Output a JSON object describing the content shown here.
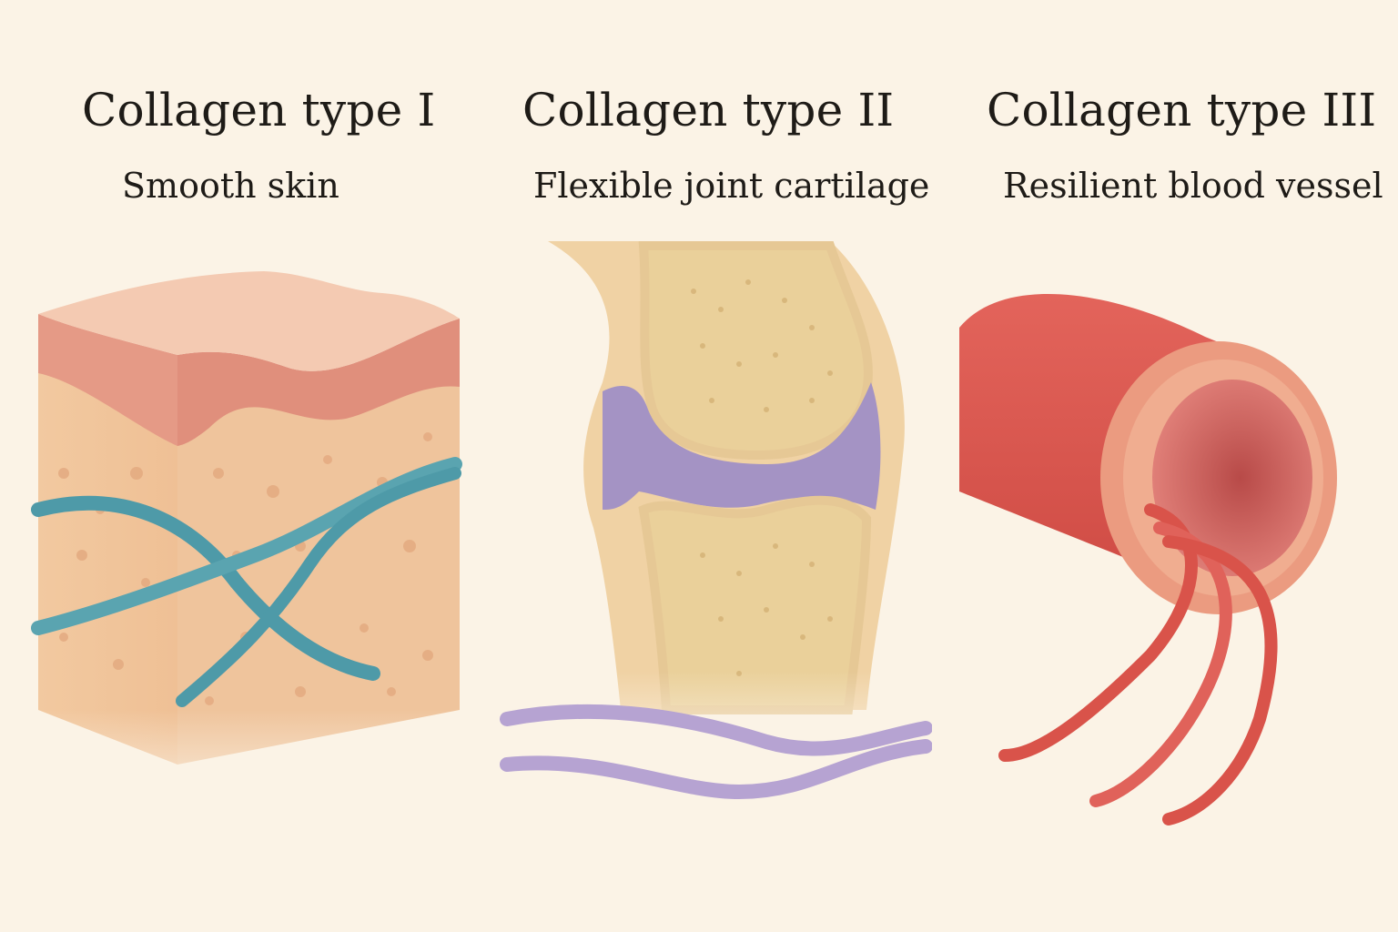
{
  "panels": [
    {
      "title": "Collagen type I",
      "subtitle": "Smooth skin"
    },
    {
      "title": "Collagen type II",
      "subtitle": "Flexible joint cartilage"
    },
    {
      "title": "Collagen type III",
      "subtitle": "Resilient blood vessel"
    }
  ],
  "colors": {
    "background": "#fbf3e6",
    "skin_surface": "#f2c2a8",
    "skin_epidermis": "#e59a86",
    "dermis": "#f2c9a0",
    "fiber_teal": "#4e9aa8",
    "bone": "#ecd3a0",
    "cartilage_purple": "#a493c4",
    "fiber_purple": "#b6a3d2",
    "vessel_red": "#d9534a",
    "vessel_inner": "#eb9b80"
  }
}
